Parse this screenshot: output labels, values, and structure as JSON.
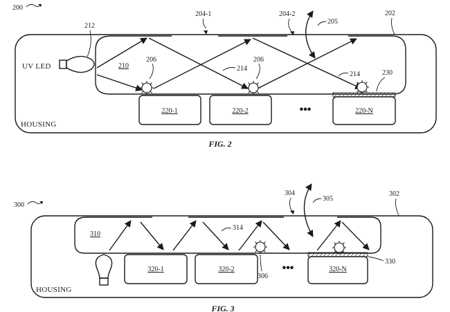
{
  "fig2": {
    "ref_overall": "200",
    "ref_housing_inner": "202",
    "ref_gap_1": "204-1",
    "ref_gap_2": "204-2",
    "ref_flap": "205",
    "ref_pathogen": "206",
    "ref_light_paths": "210",
    "ref_led": "212",
    "ref_beam": "214",
    "ref_coating": "230",
    "led_label": "UV LED",
    "housing_label": "HOUSING",
    "items": [
      "220-1",
      "220-2",
      "220-N"
    ],
    "ellipsis": "•••",
    "caption": "FIG. 2"
  },
  "fig3": {
    "ref_overall": "300",
    "ref_housing_inner": "302",
    "ref_gap": "304",
    "ref_flap": "305",
    "ref_pathogen": "306",
    "ref_light_paths": "310",
    "ref_beam": "314",
    "ref_coating": "330",
    "housing_label": "HOUSING",
    "items": [
      "320-1",
      "320-2",
      "320-N"
    ],
    "ellipsis": "•••",
    "caption": "FIG. 3"
  }
}
